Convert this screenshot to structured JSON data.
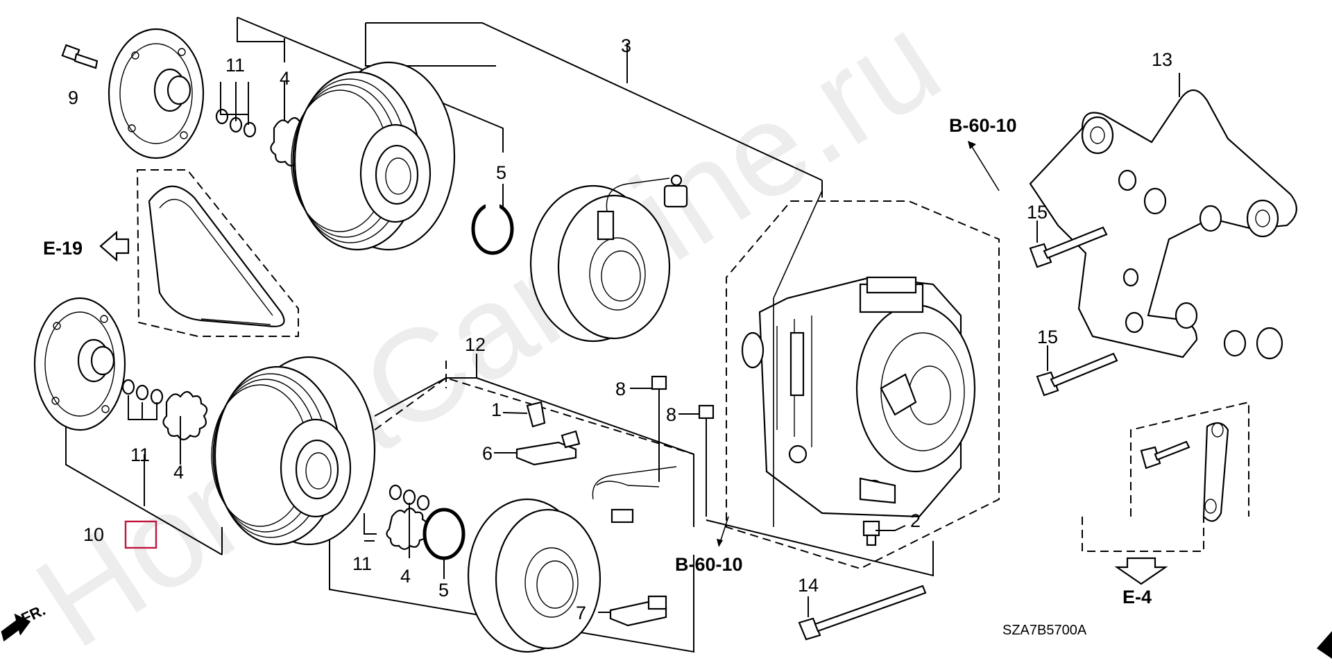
{
  "callouts": {
    "c1": "1",
    "c2": "2",
    "c3": "3",
    "c4a": "4",
    "c4b": "4",
    "c4c": "4",
    "c5a": "5",
    "c5b": "5",
    "c6": "6",
    "c7": "7",
    "c8a": "8",
    "c8b": "8",
    "c9": "9",
    "c10": "10",
    "c11a": "11",
    "c11b": "11",
    "c11c": "11",
    "c12": "12",
    "c13": "13",
    "c14": "14",
    "c15a": "15",
    "c15b": "15"
  },
  "references": {
    "b60_top": "B-60-10",
    "b60_bottom": "B-60-10",
    "e19": "E-19",
    "e4": "E-4",
    "front": "FR."
  },
  "diagram_code": "SZA7B5700A",
  "watermark": "HondaCarMine.ru",
  "colors": {
    "highlight": "#c0143c",
    "line": "#000000",
    "watermark": "#d9d9d9"
  }
}
